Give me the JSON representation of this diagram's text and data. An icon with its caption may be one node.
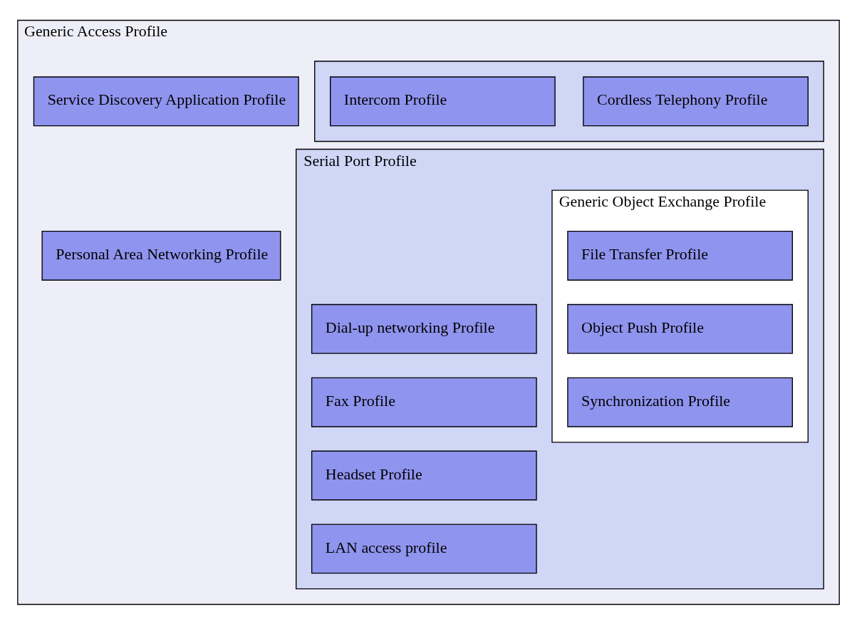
{
  "diagram": {
    "nodes": [
      {
        "text": [
          "Generic Access Profile"
        ]
      },
      {
        "text": [
          "Service Discovery Application Profile"
        ],
        "in": 0
      },
      {
        "text": [
          "Personal Area Networking Profile"
        ],
        "in": 0
      },
      {
        "text": [],
        "shape": "box",
        "in": 0
      },
      {
        "text": [
          "Cordless Telephony Profile"
        ],
        "in": 3
      },
      {
        "text": [
          "Intercom Profile"
        ],
        "in": 3
      },
      {
        "text": [
          "Serial Port Profile"
        ],
        "in": 0
      },
      {
        "text": [
          "Dial-up networking Profile"
        ],
        "in": 6
      },
      {
        "text": [
          "Fax Profile"
        ],
        "in": 6
      },
      {
        "text": [
          "Headset Profile"
        ],
        "in": 6
      },
      {
        "text": [
          "LAN access profile"
        ],
        "in": 6
      },
      {
        "text": [
          "Generic Object Exchange Profile"
        ],
        "in": 6
      },
      {
        "text": [
          "File Transfer Profile"
        ],
        "in": 11
      },
      {
        "text": [
          "Object Push Profile"
        ],
        "in": 11
      },
      {
        "text": [
          "Synchronization Profile"
        ],
        "in": 11
      }
    ],
    "edges": []
  }
}
